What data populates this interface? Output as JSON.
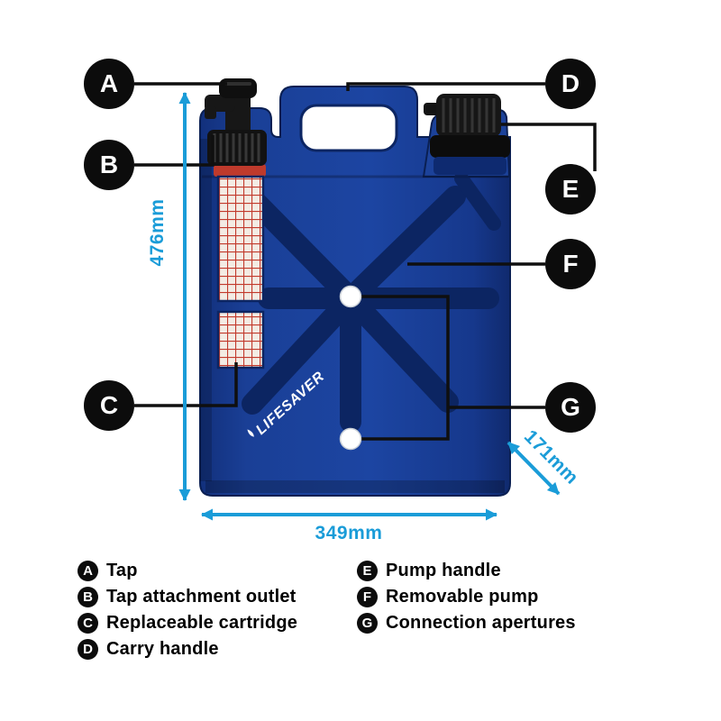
{
  "callouts": [
    {
      "letter": "A",
      "label": "Tap"
    },
    {
      "letter": "B",
      "label": "Tap attachment outlet"
    },
    {
      "letter": "C",
      "label": "Replaceable cartridge"
    },
    {
      "letter": "D",
      "label": "Carry handle"
    },
    {
      "letter": "E",
      "label": "Pump handle"
    },
    {
      "letter": "F",
      "label": "Removable pump"
    },
    {
      "letter": "G",
      "label": "Connection apertures"
    }
  ],
  "dimensions": {
    "height": "476mm",
    "width": "349mm",
    "depth": "171mm"
  },
  "product": {
    "brand": "LIFESAVER"
  },
  "colors": {
    "can_blue": "#1c45a2",
    "can_blue_dark": "#0c2562",
    "dimension_blue": "#1a9cd8",
    "cartridge_red": "#c23a2c",
    "callout_black": "#0c0c0c",
    "background": "#ffffff"
  }
}
